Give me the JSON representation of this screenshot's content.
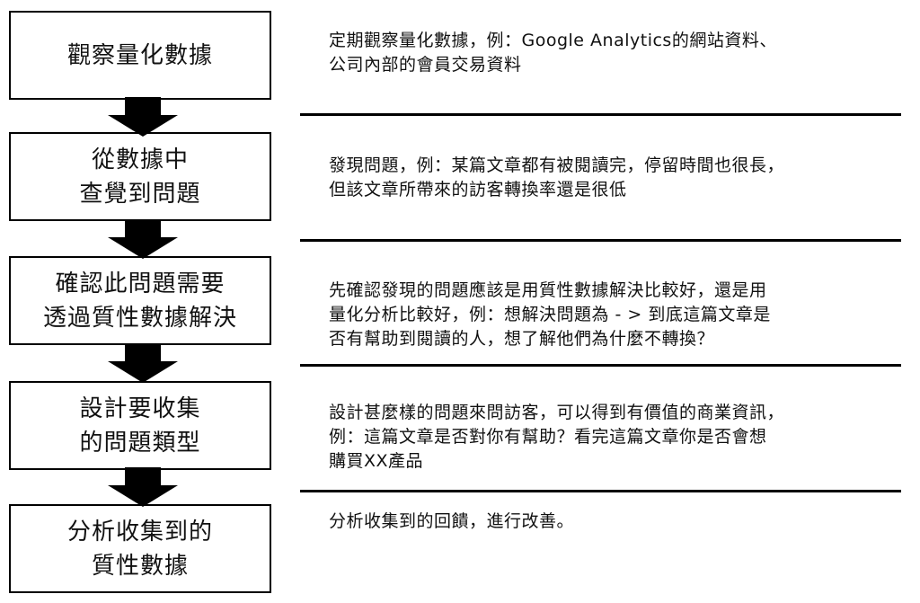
{
  "steps": [
    {
      "title": "觀察量化數據",
      "description": "定期觀察量化數據，例：Google Analytics的網站資料、\n公司內部的會員交易資料"
    },
    {
      "title": "從數據中\n查覺到問題",
      "description": "發現問題，例：某篇文章都有被閱讀完，停留時間也很長，\n但該文章所帶來的訪客轉換率還是很低"
    },
    {
      "title": "確認此問題需要\n透過質性數據解決",
      "description": "先確認發現的問題應該是用質性數據解決比較好，還是用\n量化分析比較好，例：想解決問題為 - > 到底這篇文章是\n否有幫助到閱讀的人，想了解他們為什麼不轉換？"
    },
    {
      "title": "設計要收集\n的問題類型",
      "description": "設計甚麼樣的問題來問訪客，可以得到有價值的商業資訊，\n例：這篇文章是否對你有幫助？看完這篇文章你是否會想\n購買XX產品"
    },
    {
      "title": "分析收集到的\n質性數據",
      "description": "分析收集到的回饋，進行改善。"
    }
  ]
}
